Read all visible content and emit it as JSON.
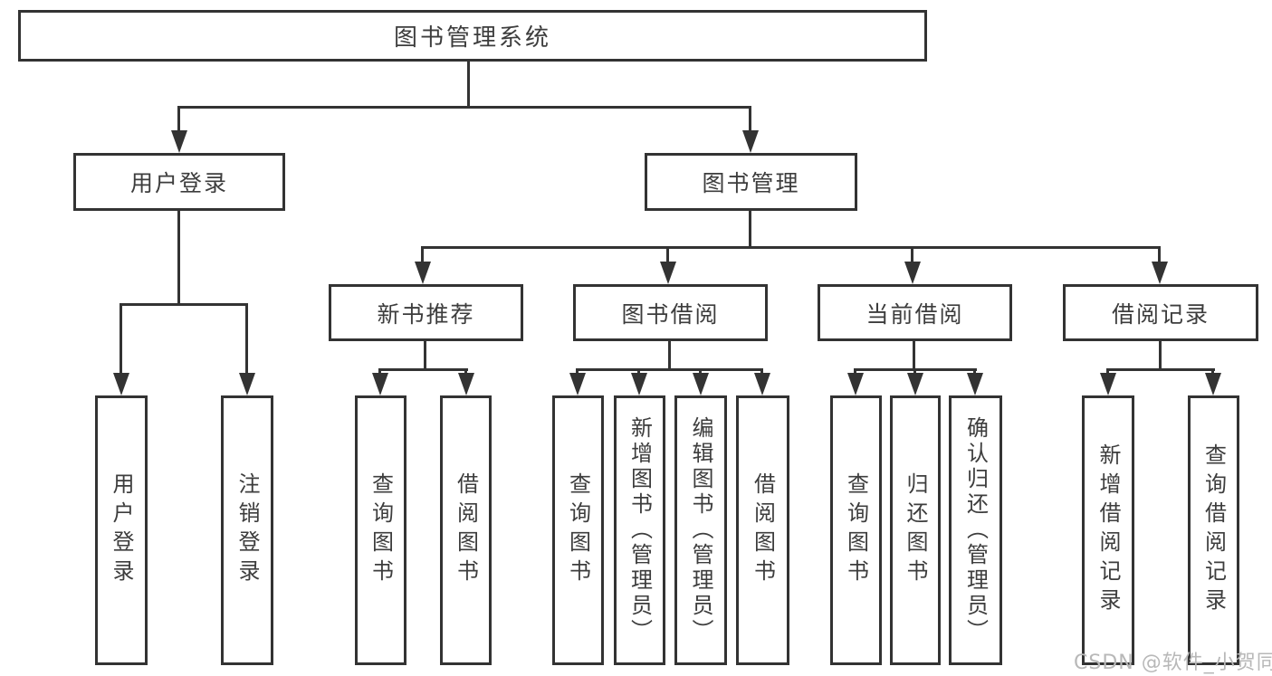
{
  "diagram": {
    "root": {
      "label": "图书管理系统"
    },
    "level1": [
      {
        "label": "用户登录"
      },
      {
        "label": "图书管理"
      }
    ],
    "level2": [
      {
        "label": "新书推荐"
      },
      {
        "label": "图书借阅"
      },
      {
        "label": "当前借阅"
      },
      {
        "label": "借阅记录"
      }
    ],
    "leaves": [
      {
        "label": "用户登录"
      },
      {
        "label": "注销登录"
      },
      {
        "label": "查询图书"
      },
      {
        "label": "借阅图书"
      },
      {
        "label": "查询图书"
      },
      {
        "label": "新增图书（管理员）"
      },
      {
        "label": "编辑图书（管理员）"
      },
      {
        "label": "借阅图书"
      },
      {
        "label": "查询图书"
      },
      {
        "label": "归还图书"
      },
      {
        "label": "确认归还（管理员）"
      },
      {
        "label": "新增借阅记录"
      },
      {
        "label": "查询借阅记录"
      }
    ]
  },
  "watermark": {
    "text": "CSDN @软件_小贺同学"
  },
  "colors": {
    "line": "#333333",
    "text": "#3d3d3d",
    "watermark": "#b8b8b8",
    "background": "#ffffff"
  }
}
